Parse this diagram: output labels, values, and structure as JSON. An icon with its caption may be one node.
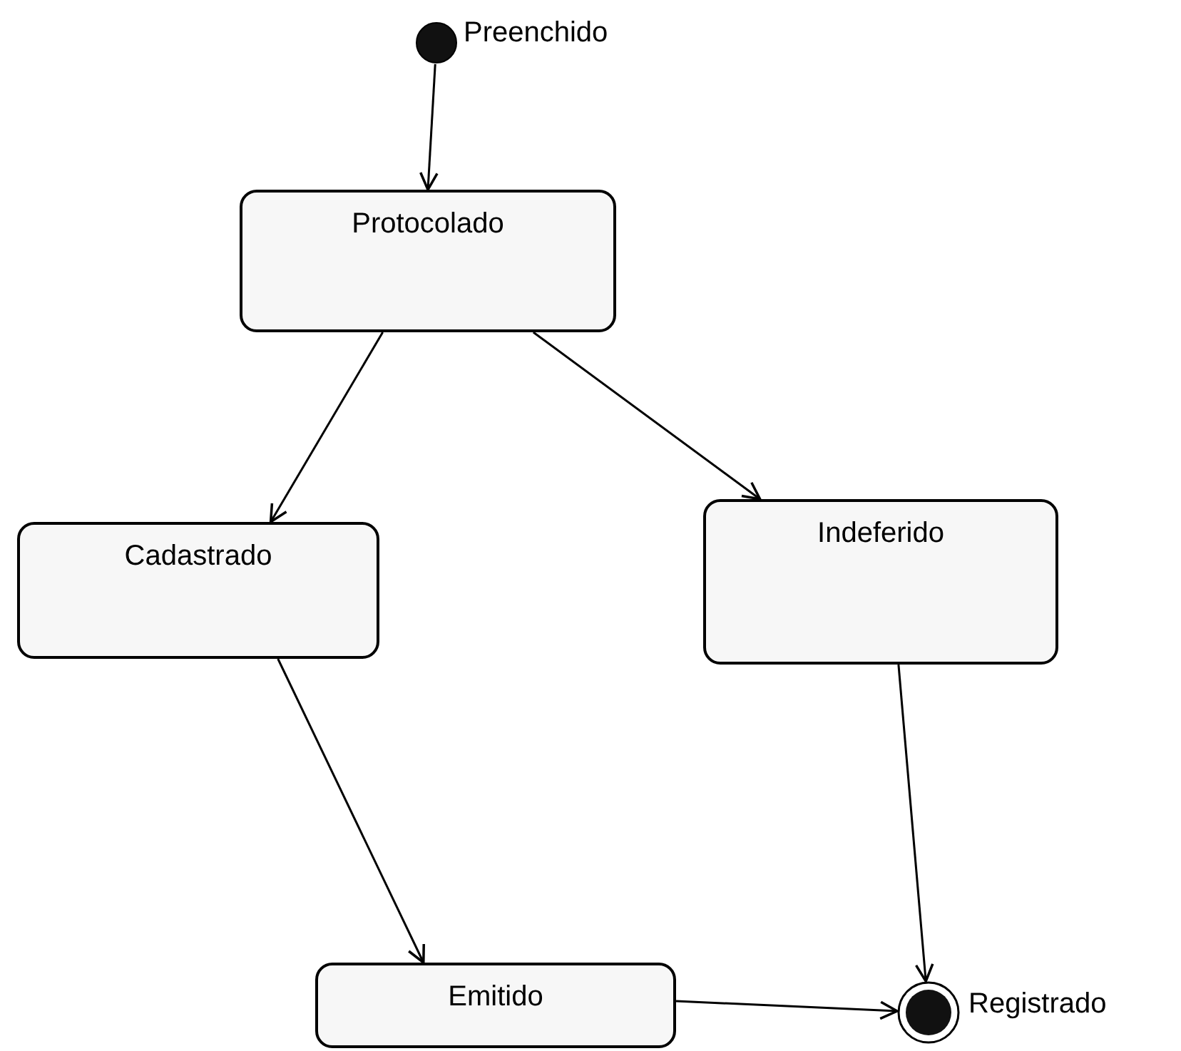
{
  "diagram": {
    "nodes": [
      {
        "text": [],
        "shape": "circle",
        "beside": [
          "Preenchido"
        ]
      },
      {
        "text": [
          "Protocolado"
        ]
      },
      {
        "text": [
          "Cadastrado"
        ]
      },
      {
        "text": [
          "Indeferido"
        ]
      },
      {
        "text": [
          "Emitido"
        ]
      },
      {
        "text": [],
        "shape": "circle",
        "beside": [
          "Registrado"
        ]
      }
    ],
    "edges": [
      {
        "from": 0,
        "to": 1,
        "arrow": "to"
      },
      {
        "from": 1,
        "to": 2,
        "arrow": "to"
      },
      {
        "from": 1,
        "to": 3,
        "arrow": "to"
      },
      {
        "from": 2,
        "to": 4,
        "arrow": "to"
      },
      {
        "from": 3,
        "to": 5,
        "arrow": "to"
      },
      {
        "from": 4,
        "to": 5,
        "arrow": "to"
      }
    ]
  }
}
